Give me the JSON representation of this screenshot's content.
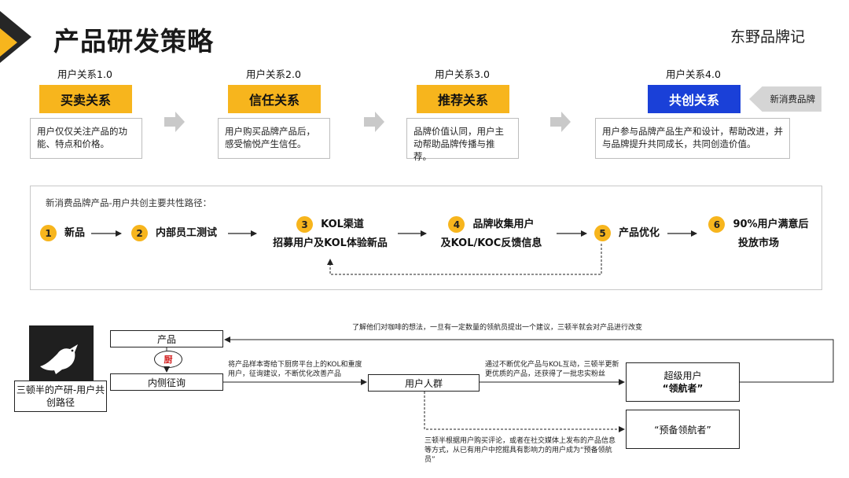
{
  "header": {
    "title": "产品研发策略",
    "brand": "东野品牌记"
  },
  "stages": [
    {
      "label": "用户关系1.0",
      "name": "买卖关系",
      "desc": "用户仅仅关注产品的功能、特点和价格。"
    },
    {
      "label": "用户关系2.0",
      "name": "信任关系",
      "desc": "用户购买品牌产品后，感受愉悦产生信任。"
    },
    {
      "label": "用户关系3.0",
      "name": "推荐关系",
      "desc": "品牌价值认同，用户主动帮助品牌传播与推荐。"
    },
    {
      "label": "用户关系4.0",
      "name": "共创关系",
      "desc": "用户参与品牌产品生产和设计，帮助改进，并与品牌提升共同成长，共同创造价值。"
    }
  ],
  "new_consumer_tag": "新消费品牌",
  "path": {
    "title": "新消费品牌产品-用户共创主要共性路径：",
    "steps": [
      {
        "num": "1",
        "line1": "新品",
        "line2": ""
      },
      {
        "num": "2",
        "line1": "内部员工测试",
        "line2": ""
      },
      {
        "num": "3",
        "line1": "KOL渠道",
        "line2": "招募用户及KOL体验新品"
      },
      {
        "num": "4",
        "line1": "品牌收集用户",
        "line2": "及KOL/KOC反馈信息"
      },
      {
        "num": "5",
        "line1": "产品优化",
        "line2": ""
      },
      {
        "num": "6",
        "line1": "90%用户满意后",
        "line2": "投放市场"
      }
    ]
  },
  "flow": {
    "caption": "三顿半的产研-用户共创路径",
    "product": "产品",
    "chu": "厨",
    "inner": "内侧征询",
    "users": "用户人群",
    "super_user_line1": "超级用户",
    "super_user_line2": "“领航者”",
    "reserve": "“预备领航者”",
    "note_top": "了解他们对咖啡的想法，一旦有一定数量的领航员提出一个建议，三顿半就会对产品进行改变",
    "note_inner": "将产品样本寄给下厨房平台上的KOL和重度用户，征询建议，不断优化改善产品",
    "note_users": "通过不断优化产品与KOL互动，三顿半更新更优质的产品，还获得了一批忠实粉丝",
    "note_bottom": "三顿半根据用户购买评论，或者在社交媒体上发布的产品信息等方式，从已有用户中挖掘具有影响力的用户成为“预备领航员”"
  },
  "colors": {
    "accent_yellow": "#f7b51d",
    "accent_blue": "#1a40d8",
    "dark": "#1f1f1f"
  }
}
